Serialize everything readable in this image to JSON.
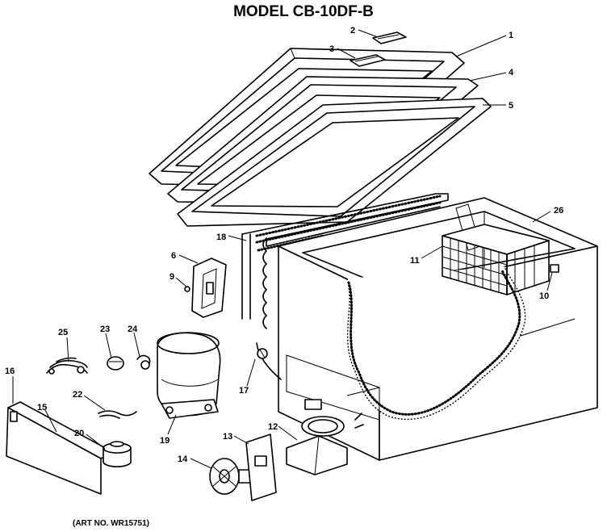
{
  "title": "MODEL CB-10DF-B",
  "art_number": "(ART NO. WR15751)",
  "callouts": {
    "c1": "1",
    "c2": "2",
    "c3": "3",
    "c4": "4",
    "c5": "5",
    "c6": "6",
    "c9": "9",
    "c10": "10",
    "c11": "11",
    "c12": "12",
    "c13": "13",
    "c14": "14",
    "c15": "15",
    "c16": "16",
    "c17": "17",
    "c18": "18",
    "c19": "19",
    "c20": "20",
    "c22": "22",
    "c23": "23",
    "c24": "24",
    "c25": "25",
    "c26": "26"
  }
}
